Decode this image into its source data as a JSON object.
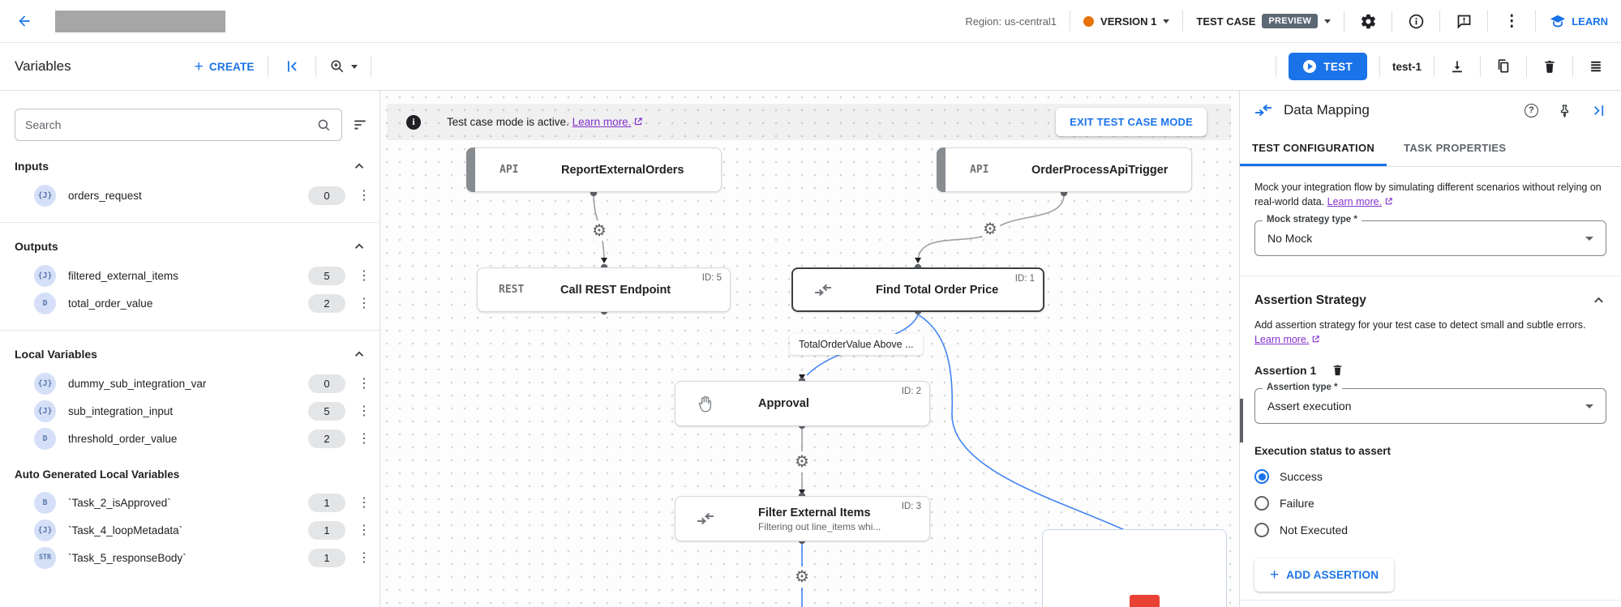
{
  "topbar": {
    "region": "Region: us-central1",
    "version": "VERSION 1",
    "test_case": "TEST CASE",
    "preview": "PREVIEW",
    "learn": "LEARN"
  },
  "toolbar": {
    "title": "Variables",
    "create": "CREATE",
    "test": "TEST",
    "test_case_name": "test-1"
  },
  "sidebar": {
    "search_placeholder": "Search",
    "sections": [
      {
        "title": "Inputs",
        "items": [
          {
            "type": "{J}",
            "name": "orders_request",
            "count": "0"
          }
        ]
      },
      {
        "title": "Outputs",
        "items": [
          {
            "type": "{J}",
            "name": "filtered_external_items",
            "count": "5"
          },
          {
            "type": "D",
            "name": "total_order_value",
            "count": "2"
          }
        ]
      },
      {
        "title": "Local Variables",
        "items": [
          {
            "type": "{J}",
            "name": "dummy_sub_integration_var",
            "count": "0"
          },
          {
            "type": "{J}",
            "name": "sub_integration_input",
            "count": "5"
          },
          {
            "type": "D",
            "name": "threshold_order_value",
            "count": "2"
          }
        ]
      },
      {
        "title": "Auto Generated Local Variables",
        "items": [
          {
            "type": "B",
            "name": "`Task_2_isApproved`",
            "count": "1"
          },
          {
            "type": "{J}",
            "name": "`Task_4_loopMetadata`",
            "count": "1"
          },
          {
            "type": "STR",
            "name": "`Task_5_responseBody`",
            "count": "1"
          }
        ]
      }
    ]
  },
  "canvas": {
    "banner": {
      "text": "Test case mode is active.",
      "link": "Learn more.",
      "exit": "EXIT TEST CASE MODE"
    },
    "edge_label": "TotalOrderValue Above ...",
    "nodes": {
      "report": {
        "icon": "API",
        "title": "ReportExternalOrders"
      },
      "trigger": {
        "icon": "API",
        "title": "OrderProcessApiTrigger"
      },
      "rest": {
        "icon": "REST",
        "title": "Call REST Endpoint",
        "id": "ID: 5"
      },
      "find": {
        "title": "Find Total Order Price",
        "id": "ID: 1"
      },
      "approval": {
        "title": "Approval",
        "id": "ID: 2"
      },
      "filter": {
        "title": "Filter External Items",
        "subtitle": "Filtering out line_items whi...",
        "id": "ID: 3"
      }
    }
  },
  "panel": {
    "title": "Data Mapping",
    "tabs": {
      "test_configuration": "TEST CONFIGURATION",
      "task_properties": "TASK PROPERTIES"
    },
    "mock": {
      "description": "Mock your integration flow by simulating different scenarios without relying on real-world data.",
      "learn_more": "Learn more.",
      "field_label": "Mock strategy type *",
      "field_value": "No Mock"
    },
    "assertion": {
      "title": "Assertion Strategy",
      "description": "Add assertion strategy for your test case to detect small and subtle errors.",
      "learn_more": "Learn more.",
      "item_label": "Assertion 1",
      "type_label": "Assertion type *",
      "type_value": "Assert execution",
      "status_label": "Execution status to assert",
      "options": [
        {
          "label": "Success",
          "selected": true
        },
        {
          "label": "Failure",
          "selected": false
        },
        {
          "label": "Not Executed",
          "selected": false
        }
      ],
      "add_button": "ADD ASSERTION"
    }
  },
  "colors": {
    "accent_blue": "#1a73e8",
    "link_purple": "#8430ce",
    "edge_blue": "#4285f4",
    "version_dot": "#e8710a",
    "error_red": "#e94235",
    "preview_badge": "#5c6874"
  }
}
